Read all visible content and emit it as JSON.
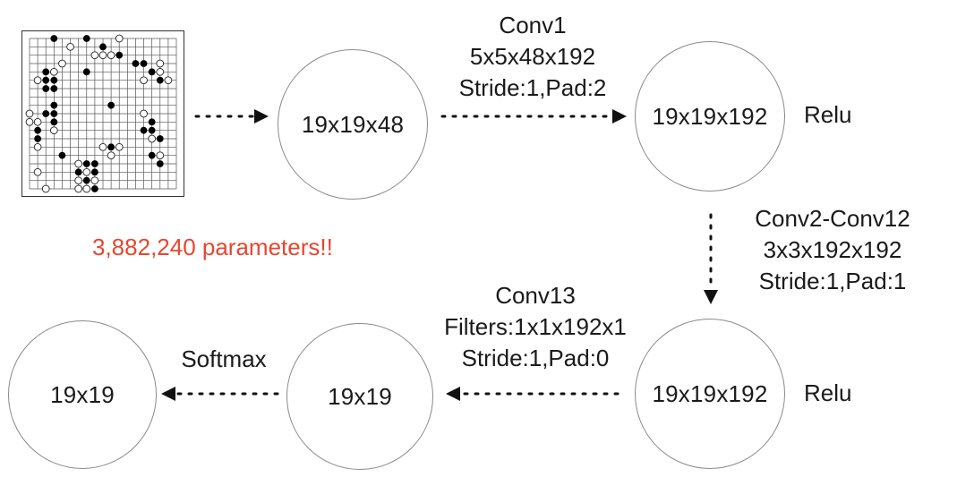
{
  "board": {
    "size": 19,
    "stones": [
      {
        "c": 3,
        "r": 0,
        "s": "b"
      },
      {
        "c": 7,
        "r": 0,
        "s": "b"
      },
      {
        "c": 11,
        "r": 0,
        "s": "o"
      },
      {
        "c": 5,
        "r": 1,
        "s": "o"
      },
      {
        "c": 9,
        "r": 1,
        "s": "b"
      },
      {
        "c": 8,
        "r": 2,
        "s": "o"
      },
      {
        "c": 9,
        "r": 2,
        "s": "o"
      },
      {
        "c": 10,
        "r": 2,
        "s": "o"
      },
      {
        "c": 11,
        "r": 2,
        "s": "b"
      },
      {
        "c": 4,
        "r": 3,
        "s": "o"
      },
      {
        "c": 13,
        "r": 3,
        "s": "b"
      },
      {
        "c": 14,
        "r": 3,
        "s": "b"
      },
      {
        "c": 16,
        "r": 3,
        "s": "o"
      },
      {
        "c": 2,
        "r": 4,
        "s": "b"
      },
      {
        "c": 3,
        "r": 4,
        "s": "o"
      },
      {
        "c": 7,
        "r": 4,
        "s": "b"
      },
      {
        "c": 15,
        "r": 4,
        "s": "b"
      },
      {
        "c": 16,
        "r": 4,
        "s": "o"
      },
      {
        "c": 1,
        "r": 5,
        "s": "o"
      },
      {
        "c": 2,
        "r": 5,
        "s": "b"
      },
      {
        "c": 3,
        "r": 5,
        "s": "b"
      },
      {
        "c": 14,
        "r": 5,
        "s": "o"
      },
      {
        "c": 16,
        "r": 5,
        "s": "b"
      },
      {
        "c": 17,
        "r": 5,
        "s": "o"
      },
      {
        "c": 2,
        "r": 6,
        "s": "b"
      },
      {
        "c": 3,
        "r": 6,
        "s": "b"
      },
      {
        "c": 3,
        "r": 8,
        "s": "b"
      },
      {
        "c": 10,
        "r": 8,
        "s": "b"
      },
      {
        "c": 0,
        "r": 9,
        "s": "o"
      },
      {
        "c": 2,
        "r": 9,
        "s": "b"
      },
      {
        "c": 3,
        "r": 9,
        "s": "b"
      },
      {
        "c": 14,
        "r": 9,
        "s": "o"
      },
      {
        "c": 0,
        "r": 10,
        "s": "o"
      },
      {
        "c": 1,
        "r": 10,
        "s": "o"
      },
      {
        "c": 3,
        "r": 10,
        "s": "b"
      },
      {
        "c": 15,
        "r": 10,
        "s": "b"
      },
      {
        "c": 1,
        "r": 11,
        "s": "b"
      },
      {
        "c": 3,
        "r": 11,
        "s": "o"
      },
      {
        "c": 14,
        "r": 11,
        "s": "b"
      },
      {
        "c": 15,
        "r": 11,
        "s": "b"
      },
      {
        "c": 1,
        "r": 12,
        "s": "b"
      },
      {
        "c": 15,
        "r": 12,
        "s": "o"
      },
      {
        "c": 16,
        "r": 12,
        "s": "b"
      },
      {
        "c": 1,
        "r": 13,
        "s": "o"
      },
      {
        "c": 9,
        "r": 13,
        "s": "o"
      },
      {
        "c": 10,
        "r": 13,
        "s": "b"
      },
      {
        "c": 11,
        "r": 13,
        "s": "o"
      },
      {
        "c": 4,
        "r": 14,
        "s": "b"
      },
      {
        "c": 10,
        "r": 14,
        "s": "o"
      },
      {
        "c": 15,
        "r": 14,
        "s": "b"
      },
      {
        "c": 16,
        "r": 14,
        "s": "o"
      },
      {
        "c": 6,
        "r": 15,
        "s": "o"
      },
      {
        "c": 7,
        "r": 15,
        "s": "b"
      },
      {
        "c": 8,
        "r": 15,
        "s": "b"
      },
      {
        "c": 16,
        "r": 15,
        "s": "b"
      },
      {
        "c": 1,
        "r": 16,
        "s": "o"
      },
      {
        "c": 6,
        "r": 16,
        "s": "b"
      },
      {
        "c": 7,
        "r": 16,
        "s": "o"
      },
      {
        "c": 8,
        "r": 16,
        "s": "b"
      },
      {
        "c": 6,
        "r": 17,
        "s": "o"
      },
      {
        "c": 7,
        "r": 17,
        "s": "b"
      },
      {
        "c": 8,
        "r": 17,
        "s": "o"
      },
      {
        "c": 2,
        "r": 18,
        "s": "o"
      },
      {
        "c": 6,
        "r": 18,
        "s": "o"
      },
      {
        "c": 7,
        "r": 18,
        "s": "o"
      },
      {
        "c": 8,
        "r": 18,
        "s": "b"
      }
    ]
  },
  "nodes": {
    "input": "19x19x48",
    "conv1_out": "19x19x192",
    "conv12_out": "19x19x192",
    "conv13_out": "19x19",
    "softmax_out": "19x19"
  },
  "edges": {
    "conv1": [
      "Conv1",
      "5x5x48x192",
      "Stride:1,Pad:2"
    ],
    "conv2_12": [
      "Conv2-Conv12",
      "3x3x192x192",
      "Stride:1,Pad:1"
    ],
    "conv13": [
      "Conv13",
      "Filters:1x1x192x1",
      "Stride:1,Pad:0"
    ],
    "softmax": "Softmax"
  },
  "activations": {
    "relu_top": "Relu",
    "relu_bottom": "Relu"
  },
  "note": "3,882,240 parameters!!",
  "colors": {
    "note": "#e8462f",
    "circle_border": "#8a8a8a",
    "arrow": "#111111"
  }
}
